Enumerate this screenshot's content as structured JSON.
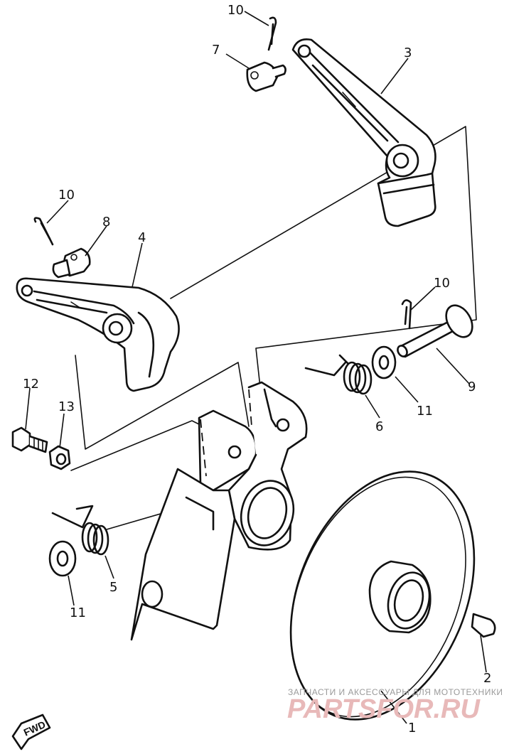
{
  "callouts": [
    {
      "id": "c1",
      "label": "1"
    },
    {
      "id": "c2",
      "label": "2"
    },
    {
      "id": "c3",
      "label": "3"
    },
    {
      "id": "c4",
      "label": "4"
    },
    {
      "id": "c5",
      "label": "5"
    },
    {
      "id": "c6",
      "label": "6"
    },
    {
      "id": "c7",
      "label": "7"
    },
    {
      "id": "c8",
      "label": "8"
    },
    {
      "id": "c9",
      "label": "9"
    },
    {
      "id": "c10a",
      "label": "10"
    },
    {
      "id": "c10b",
      "label": "10"
    },
    {
      "id": "c10c",
      "label": "10"
    },
    {
      "id": "c11a",
      "label": "11"
    },
    {
      "id": "c11b",
      "label": "11"
    },
    {
      "id": "c12",
      "label": "12"
    },
    {
      "id": "c13",
      "label": "13"
    }
  ],
  "direction_marker": {
    "label": "FWD",
    "icon": "forward-arrow-icon"
  },
  "watermark": {
    "caption": "ЗАПЧАСТИ И АКСЕССУАРЫ ДЛЯ МОТОТЕХНИКИ",
    "brand": "PARTSFOR.RU",
    "color": "#e8b9b9"
  }
}
